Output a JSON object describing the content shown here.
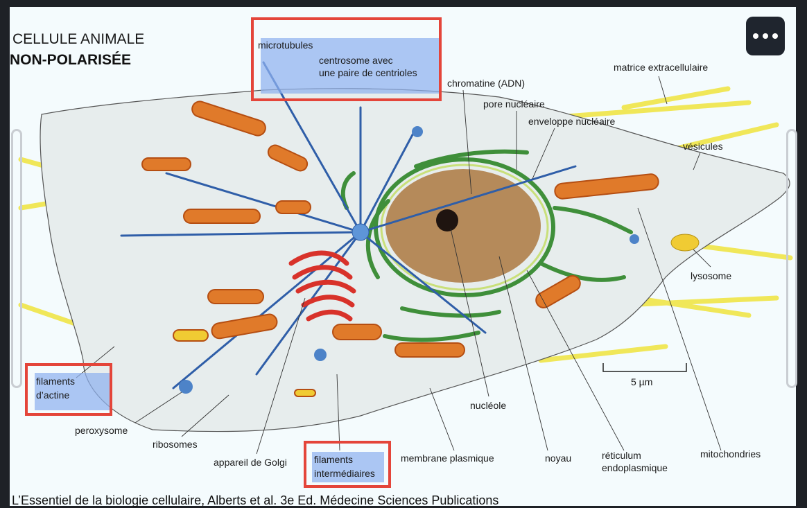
{
  "title": {
    "line1": "CELLULE ANIMALE",
    "line2": "NON-POLARISÉE"
  },
  "labels": {
    "microtubules": "microtubules",
    "centrosome_1": "centrosome avec",
    "centrosome_2": "une paire de centrioles",
    "chromatine": "chromatine (ADN)",
    "pore": "pore nucléaire",
    "enveloppe": "enveloppe nucléaire",
    "matrice": "matrice extracellulaire",
    "vesicules": "vésicules",
    "lysosome": "lysosome",
    "scale": "5 µm",
    "actine_1": "filaments",
    "actine_2": "d’actine",
    "peroxysome": "peroxysome",
    "ribosomes": "ribosomes",
    "golgi": "appareil de Golgi",
    "intermediaires_1": "filaments",
    "intermediaires_2": "intermédiaires",
    "nucleole": "nucléole",
    "membrane": "membrane plasmique",
    "noyau": "noyau",
    "reticulum_1": "réticulum",
    "reticulum_2": "endoplasmique",
    "mitochondries": "mitochondries"
  },
  "caption": "L’Essentiel de la biologie cellulaire, Alberts et al. 3e Ed. Médecine Sciences Publications",
  "menu_icon": "more-horizontal-icon",
  "colors": {
    "highlight": "#8fb2ee",
    "highlight_border": "#e4453a",
    "microtubule": "#2f5ea8",
    "mitochondria": "#e07a2a",
    "golgi": "#d8322a",
    "er": "#3f8f3a",
    "nucleus": "#b58a5a",
    "matrix": "#f2e84a"
  }
}
